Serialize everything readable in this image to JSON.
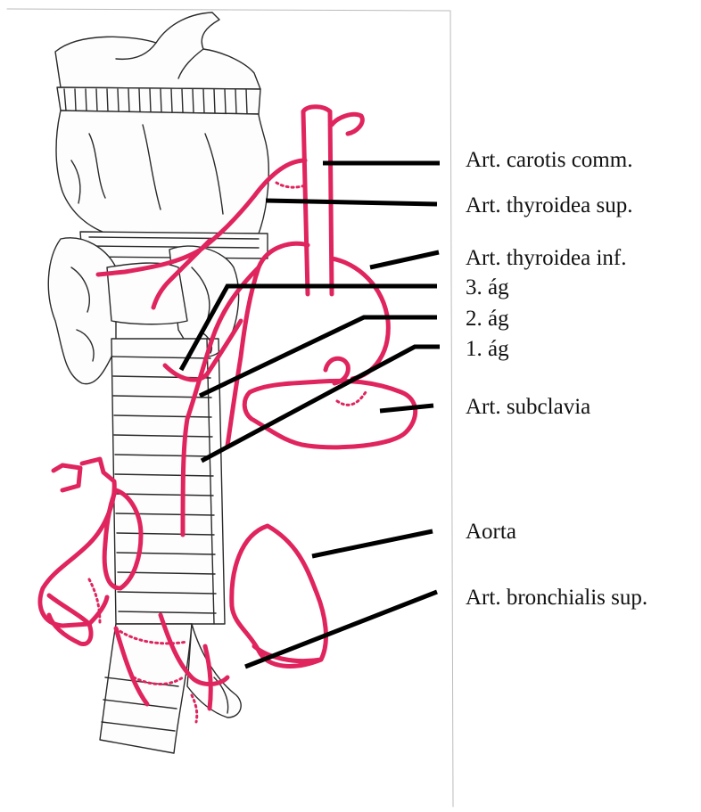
{
  "colors": {
    "vessel": "#e0245e",
    "ink": "#2a2a2a",
    "leader": "#000000"
  },
  "labels": {
    "carotis": "Art. carotis comm.",
    "thyroidea_sup": "Art. thyroidea sup.",
    "thyroidea_inf": "Art. thyroidea inf.",
    "branch3": "3. ág",
    "branch2": "2. ág",
    "branch1": "1. ág",
    "subclavia": "Art. subclavia",
    "aorta": "Aorta",
    "bronchialis": "Art. bronchialis sup."
  }
}
